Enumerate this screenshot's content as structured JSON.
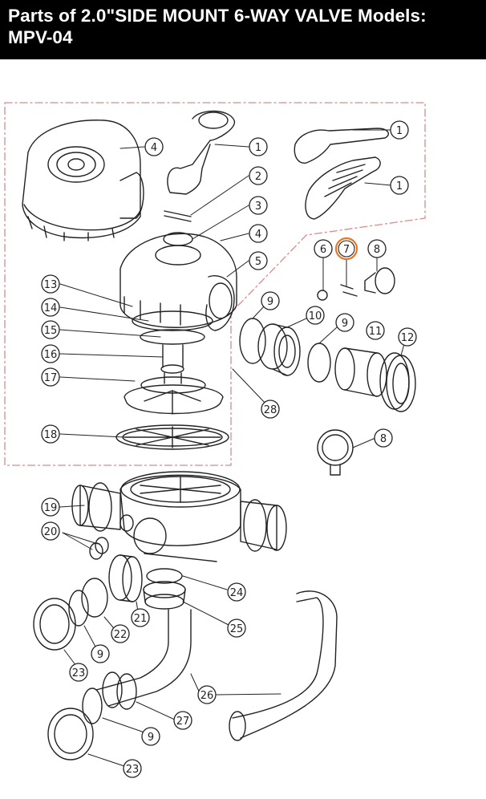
{
  "header": {
    "title_line1": "Parts of 2.0\"SIDE MOUNT 6-WAY VALVE Models:",
    "title_line2": "MPV-04"
  },
  "colors": {
    "header_bg": "#000000",
    "header_text": "#ffffff",
    "line": "#222222",
    "dashed_border": "#d98a8a",
    "highlight": "#e87722"
  },
  "callouts": [
    {
      "id": "c4a",
      "label": "4"
    },
    {
      "id": "c1a",
      "label": "1"
    },
    {
      "id": "c1b",
      "label": "1"
    },
    {
      "id": "c1c",
      "label": "1"
    },
    {
      "id": "c2",
      "label": "2"
    },
    {
      "id": "c3",
      "label": "3"
    },
    {
      "id": "c4b",
      "label": "4"
    },
    {
      "id": "c5",
      "label": "5"
    },
    {
      "id": "c6",
      "label": "6"
    },
    {
      "id": "c7",
      "label": "7",
      "highlighted": true
    },
    {
      "id": "c8a",
      "label": "8"
    },
    {
      "id": "c13",
      "label": "13"
    },
    {
      "id": "c14",
      "label": "14"
    },
    {
      "id": "c15",
      "label": "15"
    },
    {
      "id": "c16",
      "label": "16"
    },
    {
      "id": "c17",
      "label": "17"
    },
    {
      "id": "c9a",
      "label": "9"
    },
    {
      "id": "c10",
      "label": "10"
    },
    {
      "id": "c9b",
      "label": "9"
    },
    {
      "id": "c11",
      "label": "11"
    },
    {
      "id": "c12",
      "label": "12"
    },
    {
      "id": "c28",
      "label": "28"
    },
    {
      "id": "c18",
      "label": "18"
    },
    {
      "id": "c8b",
      "label": "8"
    },
    {
      "id": "c19",
      "label": "19"
    },
    {
      "id": "c20",
      "label": "20"
    },
    {
      "id": "c24",
      "label": "24"
    },
    {
      "id": "c21",
      "label": "21"
    },
    {
      "id": "c22",
      "label": "22"
    },
    {
      "id": "c25",
      "label": "25"
    },
    {
      "id": "c9c",
      "label": "9"
    },
    {
      "id": "c23a",
      "label": "23"
    },
    {
      "id": "c26",
      "label": "26"
    },
    {
      "id": "c27",
      "label": "27"
    },
    {
      "id": "c9d",
      "label": "9"
    },
    {
      "id": "c23b",
      "label": "23"
    }
  ]
}
